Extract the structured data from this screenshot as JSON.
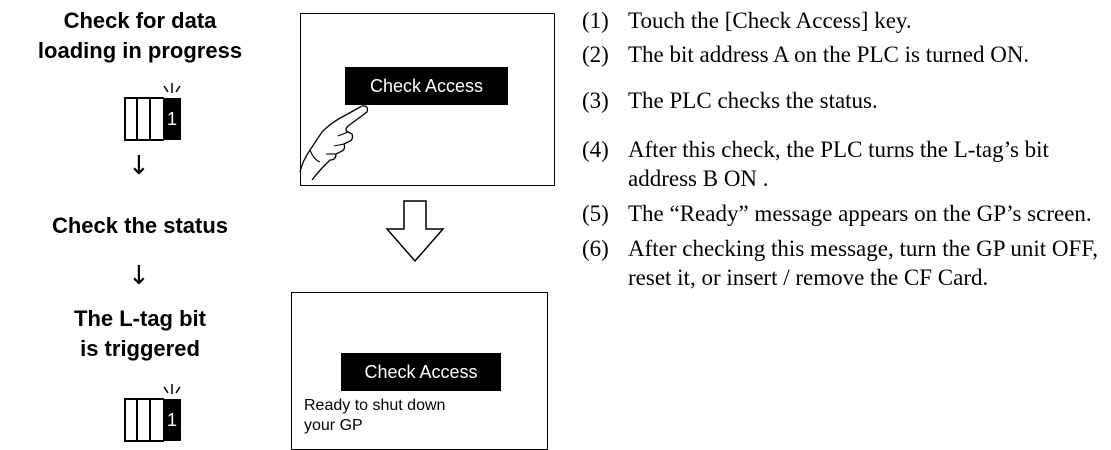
{
  "left_flow": {
    "label_1": [
      "Check for data",
      "loading in progress"
    ],
    "bit_1": "1",
    "label_2": "Check the status",
    "label_3": [
      "The L-tag bit",
      "is triggered"
    ],
    "bit_2": "1"
  },
  "screen_top": {
    "key_label": "Check Access"
  },
  "screen_bottom": {
    "key_label": "Check Access",
    "message": [
      "Ready to shut down",
      "your GP"
    ]
  },
  "steps": [
    {
      "num": "(1)",
      "text": "Touch the [Check Access] key."
    },
    {
      "num": "(2)",
      "text": "The bit address A on the PLC is turned ON."
    },
    {
      "num": "(3)",
      "text": "The PLC checks the status."
    },
    {
      "num": "(4)",
      "text": "After this check, the PLC turns the L-tag’s bit address B ON ."
    },
    {
      "num": "(5)",
      "text": "The “Ready” message appears on the GP’s screen."
    },
    {
      "num": "(6)",
      "text": "After checking this message, turn the GP unit OFF, reset it, or insert / remove the CF Card."
    }
  ]
}
